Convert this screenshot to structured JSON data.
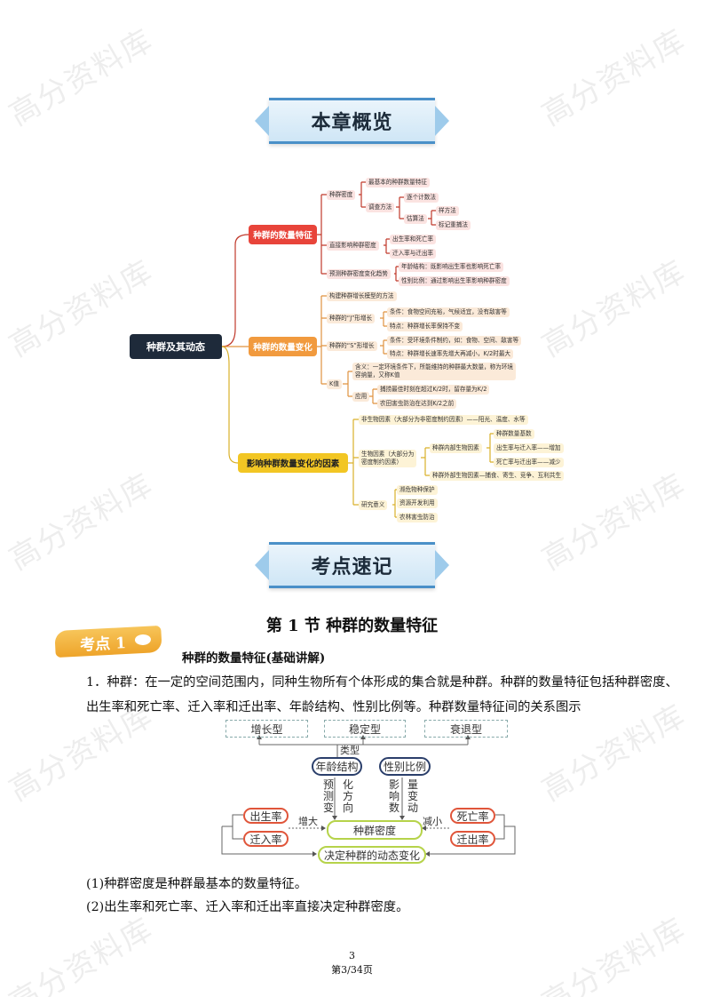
{
  "watermark": "高分资料库",
  "banners": {
    "overview": "本章概览",
    "notes": "考点速记"
  },
  "mindmap": {
    "root": "种群及其动态",
    "b1": {
      "label": "种群的数量特征",
      "density": "种群密度",
      "basic": "最基本的种群数量特征",
      "survey": "调查方法",
      "count": "逐个计数法",
      "estimate": "估算法",
      "quadrat": "样方法",
      "mark": "标记重捕法",
      "direct": "直接影响种群密度",
      "birth": "出生率和死亡率",
      "migr": "迁入率与迁出率",
      "predict": "预测种群密度变化趋势",
      "age": "年龄结构：既影响出生率也影响死亡率",
      "sex": "性别比例：通过影响出生率影响种群密度"
    },
    "b2": {
      "label": "种群的数量变化",
      "model": "构建种群增长模型的方法",
      "j": "种群的“J”形增长",
      "jc": "条件：食物空间充裕，气候适宜，没有敌害等",
      "jf": "特点：种群增长率保持不变",
      "s": "种群的“S”形增长",
      "sc": "条件：受环境条件制约，如：食物、空间、敌害等",
      "sf": "特点：种群增长速率先增大再减小，K/2时最大",
      "k": "K值",
      "k_mean_1": "含义：一定环境条件下，所能维持的种群最大数量，称为环境",
      "k_mean_2": "容纳量，又称K值",
      "app": "应用",
      "app1": "捕捞最佳时刻在超过K/2时，留存量为K/2",
      "app2": "农田害虫防治在达到K/2之前"
    },
    "b3": {
      "label": "影响种群数量变化的因素",
      "abiotic": "非生物因素（大部分为非密度制约因素）——阳光、温度、水等",
      "biotic_1": "生物因素（大部分为",
      "biotic_2": "密度制约因素）",
      "internal": "种群内部生物因素",
      "base": "种群数量基数",
      "inc": "出生率与迁入率——增加",
      "dec": "死亡率与迁出率——减少",
      "external": "种群外部生物因素—捕食、寄生、竞争、互利共生",
      "meaning": "研究意义",
      "m1": "濒危物种保护",
      "m2": "资源开发利用",
      "m3": "农林害虫防治"
    }
  },
  "section": {
    "title": "第 1 节  种群的数量特征",
    "badge": "考点 1",
    "subtitle": "种群的数量特征(基础讲解)",
    "para1_line1": "1．种群：在一定的空间范围内，同种生物所有个体形成的集合就是种群。种群的数量特征包括种群密度、",
    "para1_line2": "出生率和死亡率、迁入率和迁出率、年龄结构、性别比例等。种群数量特征间的关系图示",
    "p2": "(1)种群密度是种群最基本的数量特征。",
    "p3": "(2)出生率和死亡率、迁入率和迁出率直接决定种群密度。"
  },
  "diagram": {
    "growth": "增长型",
    "stable": "稳定型",
    "decline": "衰退型",
    "type": "类型",
    "age": "年龄结构",
    "sex": "性别比例",
    "v1": "预测变",
    "v2": "化方向",
    "v3": "影响数",
    "v4": "量变动",
    "birth": "出生率",
    "immig": "迁入率",
    "death": "死亡率",
    "emig": "迁出率",
    "increase": "增大",
    "decrease": "减小",
    "density": "种群密度",
    "dynamic": "决定种群的动态变化"
  },
  "footer": {
    "page": "3",
    "total": "第3/34页"
  },
  "colors": {
    "red": "#e8443a",
    "orange": "#f19a3e",
    "yellow": "#f2c624",
    "navy": "#1e2a3a"
  }
}
